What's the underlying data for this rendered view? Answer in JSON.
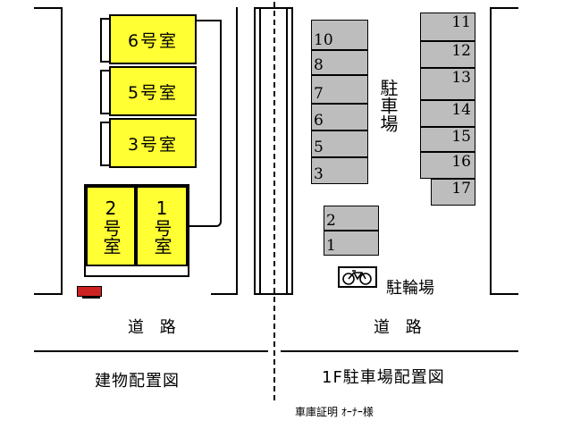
{
  "left_plan": {
    "rooms": [
      "6号室",
      "5号室",
      "3号室",
      "2号室",
      "1号室"
    ],
    "road_label": "道 路",
    "caption": "建物配置図"
  },
  "right_plan": {
    "parking_label": "駐車場",
    "spaces_left": [
      "10",
      "8",
      "7",
      "6",
      "5",
      "3"
    ],
    "spaces_small": [
      "2",
      "1"
    ],
    "spaces_right": [
      "11",
      "12",
      "13",
      "14",
      "15",
      "16",
      "17"
    ],
    "bicycle_label": "駐輪場",
    "road_label": "道 路",
    "caption": "1F駐車場配置図"
  },
  "footer": {
    "note": "車庫証明 ｵｰﾅｰ様"
  },
  "colors": {
    "room_fill": "#ffff33",
    "space_fill": "#bdbdbd",
    "marker": "#cc2222"
  }
}
